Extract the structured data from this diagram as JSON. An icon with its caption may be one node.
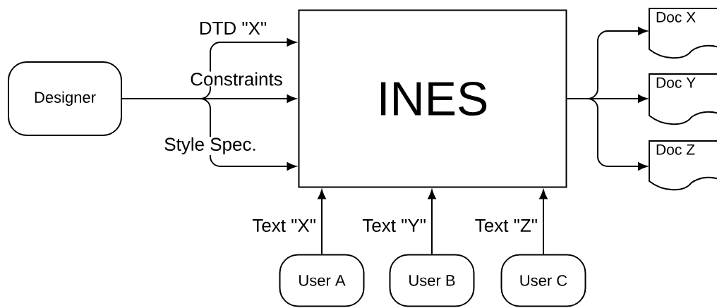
{
  "diagram": {
    "nodes": [
      {
        "text": [
          "Designer"
        ]
      },
      {
        "text": [
          "INES"
        ]
      },
      {
        "text": [
          "Doc X"
        ]
      },
      {
        "text": [
          "Doc Y"
        ]
      },
      {
        "text": [
          "Doc Z"
        ]
      },
      {
        "text": [
          "User A"
        ]
      },
      {
        "text": [
          "User B"
        ]
      },
      {
        "text": [
          "User C"
        ]
      }
    ],
    "edges": [
      {
        "from": 0,
        "to": 1,
        "arrow": "to",
        "label": "DTD \"X\""
      },
      {
        "from": 0,
        "to": 1,
        "arrow": "to",
        "label": "Constraints"
      },
      {
        "from": 0,
        "to": 1,
        "arrow": "to",
        "label": "Style Spec."
      },
      {
        "from": 1,
        "to": 2,
        "arrow": "to"
      },
      {
        "from": 1,
        "to": 3,
        "arrow": "to"
      },
      {
        "from": 1,
        "to": 4,
        "arrow": "to"
      },
      {
        "from": 5,
        "to": 1,
        "arrow": "to",
        "label": "Text \"X\""
      },
      {
        "from": 6,
        "to": 1,
        "arrow": "to",
        "label": "Text \"Y\""
      },
      {
        "from": 7,
        "to": 1,
        "arrow": "to",
        "label": "Text \"Z\""
      }
    ]
  }
}
